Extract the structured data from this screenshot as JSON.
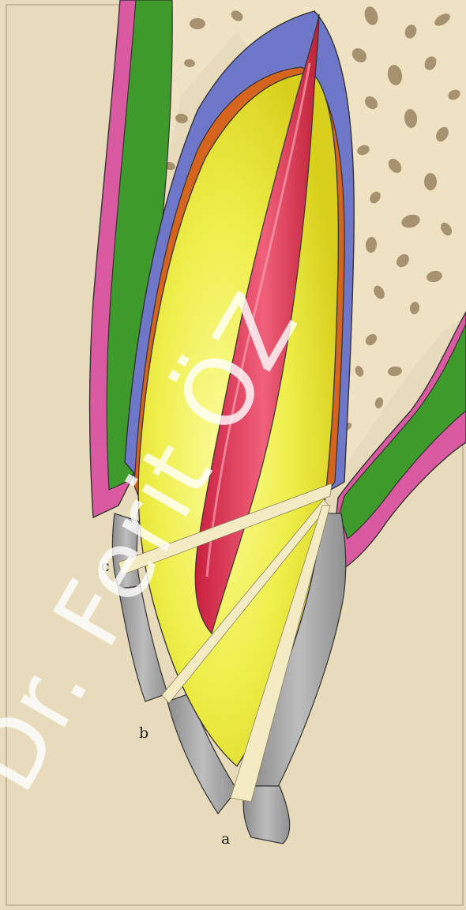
{
  "figure": {
    "labels": {
      "a": "a",
      "b": "b",
      "c": "c"
    },
    "watermark": "Dr. Ferit ÖZ",
    "colors": {
      "background": "#e7dbbc",
      "bone": "#eee2c2",
      "bone_spots": "#9a8460",
      "gingiva_green": "#3f9a2c",
      "gingiva_pink": "#d95aa0",
      "enamel_blue": "#6f78c8",
      "orange_layer": "#d4641e",
      "yellow_core": "#eeee4a",
      "red_core": "#e0405e",
      "gray_band": "#a7a7a7",
      "channel": "#f2ebc4",
      "outline": "#333333"
    }
  }
}
